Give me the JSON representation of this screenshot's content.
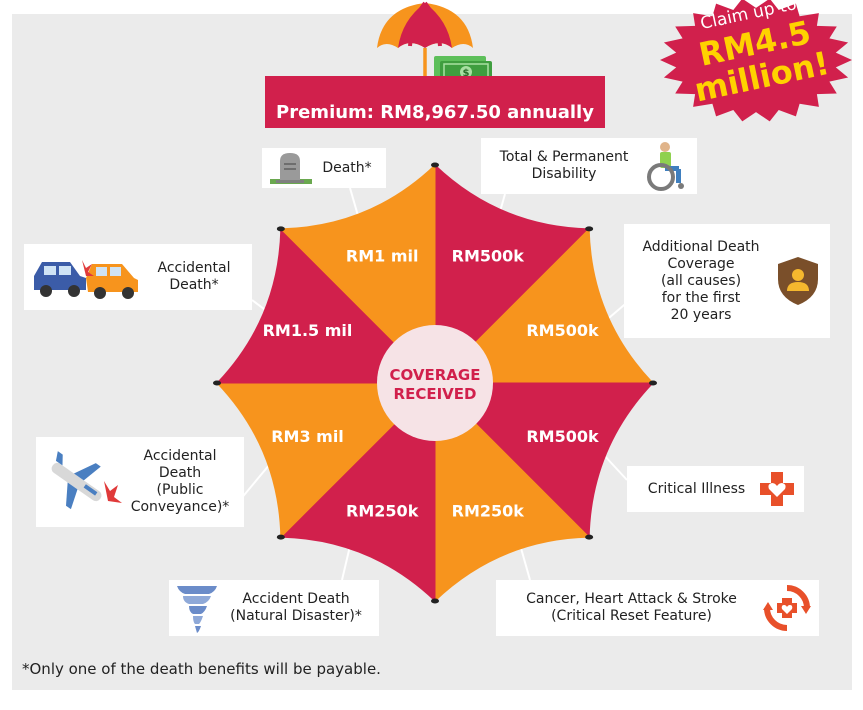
{
  "premium": "Premium: RM8,967.50 annually",
  "burst": {
    "line1": "Claim up to",
    "line2": "RM4.5",
    "line3": "million!"
  },
  "hub": {
    "line1": "COVERAGE",
    "line2": "RECEIVED"
  },
  "segments": [
    {
      "label": "RM500k",
      "color": "#d1204c"
    },
    {
      "label": "RM500k",
      "color": "#f7941d"
    },
    {
      "label": "RM500k",
      "color": "#d1204c"
    },
    {
      "label": "RM250k",
      "color": "#f7941d"
    },
    {
      "label": "RM250k",
      "color": "#d1204c"
    },
    {
      "label": "RM3 mil",
      "color": "#f7941d"
    },
    {
      "label": "RM1.5 mil",
      "color": "#d1204c"
    },
    {
      "label": "RM1 mil",
      "color": "#f7941d"
    }
  ],
  "benefits": {
    "death": [
      "Death*"
    ],
    "tpd": [
      "Total & Permanent",
      "Disability"
    ],
    "additional": [
      "Additional Death",
      "Coverage",
      "(all causes)",
      "for the first",
      "20 years"
    ],
    "accidental": [
      "Accidental",
      "Death*"
    ],
    "public": [
      "Accidental",
      "Death",
      "(Public",
      "Conveyance)*"
    ],
    "critical": [
      "Critical Illness"
    ],
    "natural": [
      "Accident Death",
      "(Natural Disaster)*"
    ],
    "cancer": [
      "Cancer, Heart Attack & Stroke",
      "(Critical Reset Feature)"
    ]
  },
  "footnote": "*Only one of the death benefits will be payable.",
  "colors": {
    "crimson": "#d1204c",
    "orange": "#f7941d",
    "panel": "#ebebeb",
    "hub": "#f6e3e6"
  }
}
